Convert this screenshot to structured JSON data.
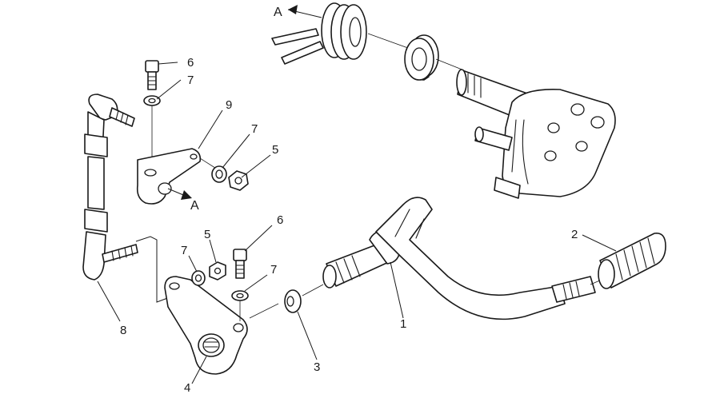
{
  "callouts": {
    "c1": "1",
    "c2": "2",
    "c3": "3",
    "c4": "4",
    "c5a": "5",
    "c5b": "5",
    "c6a": "6",
    "c6b": "6",
    "c7a": "7",
    "c7b": "7",
    "c7c": "7",
    "c7d": "7",
    "c8": "8",
    "c9": "9"
  },
  "arrows": {
    "top": "A",
    "mid": "A"
  }
}
